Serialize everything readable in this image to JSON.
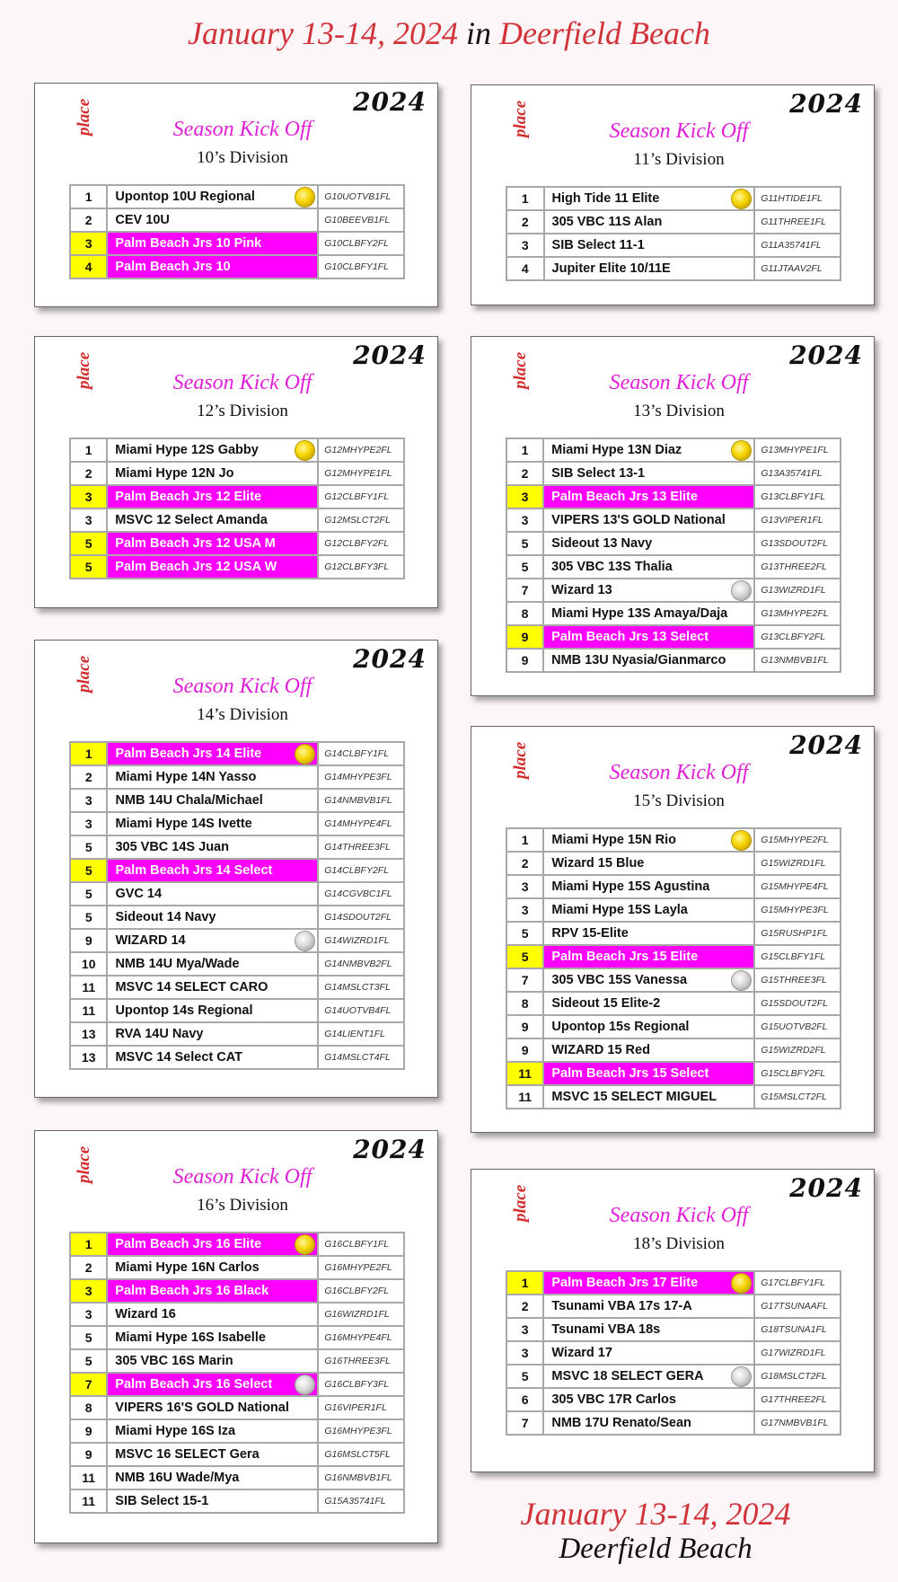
{
  "header": {
    "date": "January 13-14, 2024",
    "connector": "in",
    "location": "Deerfield Beach"
  },
  "footer": {
    "date": "January 13-14, 2024",
    "location": "Deerfield Beach"
  },
  "colors": {
    "highlight_place": "#ffff00",
    "highlight_team": "#ff00ff",
    "event_title": "#e01fd6",
    "heading_red": "#d0343a"
  },
  "cards": [
    {
      "year": "2024",
      "place_label": "place",
      "event": "Season Kick Off",
      "division": "10’s Division",
      "rows": [
        {
          "place": "1",
          "team": "Upontop 10U Regional",
          "code": "G10UOTVB1FL",
          "highlight": false,
          "medal": "gold"
        },
        {
          "place": "2",
          "team": "CEV 10U",
          "code": "G10BEEVB1FL",
          "highlight": false,
          "medal": ""
        },
        {
          "place": "3",
          "team": "Palm Beach Jrs 10 Pink",
          "code": "G10CLBFY2FL",
          "highlight": true,
          "medal": ""
        },
        {
          "place": "4",
          "team": "Palm Beach Jrs 10",
          "code": "G10CLBFY1FL",
          "highlight": true,
          "medal": ""
        }
      ]
    },
    {
      "year": "2024",
      "place_label": "place",
      "event": "Season Kick Off",
      "division": "11’s Division",
      "rows": [
        {
          "place": "1",
          "team": "High Tide 11 Elite",
          "code": "G11HTIDE1FL",
          "highlight": false,
          "medal": "gold"
        },
        {
          "place": "2",
          "team": "305 VBC 11S Alan",
          "code": "G11THREE1FL",
          "highlight": false,
          "medal": ""
        },
        {
          "place": "3",
          "team": "SIB Select 11-1",
          "code": "G11A35741FL",
          "highlight": false,
          "medal": ""
        },
        {
          "place": "4",
          "team": "Jupiter Elite 10/11E",
          "code": "G11JTAAV2FL",
          "highlight": false,
          "medal": ""
        }
      ]
    },
    {
      "year": "2024",
      "place_label": "place",
      "event": "Season Kick Off",
      "division": "12’s Division",
      "rows": [
        {
          "place": "1",
          "team": "Miami Hype 12S Gabby",
          "code": "G12MHYPE2FL",
          "highlight": false,
          "medal": "gold"
        },
        {
          "place": "2",
          "team": "Miami Hype 12N Jo",
          "code": "G12MHYPE1FL",
          "highlight": false,
          "medal": ""
        },
        {
          "place": "3",
          "team": "Palm Beach Jrs 12 Elite",
          "code": "G12CLBFY1FL",
          "highlight": true,
          "medal": ""
        },
        {
          "place": "3",
          "team": "MSVC 12 Select Amanda",
          "code": "G12MSLCT2FL",
          "highlight": false,
          "medal": ""
        },
        {
          "place": "5",
          "team": "Palm Beach Jrs 12 USA M",
          "code": "G12CLBFY2FL",
          "highlight": true,
          "medal": ""
        },
        {
          "place": "5",
          "team": "Palm Beach Jrs 12 USA W",
          "code": "G12CLBFY3FL",
          "highlight": true,
          "medal": ""
        }
      ]
    },
    {
      "year": "2024",
      "place_label": "place",
      "event": "Season Kick Off",
      "division": "13’s Division",
      "rows": [
        {
          "place": "1",
          "team": "Miami Hype 13N Diaz",
          "code": "G13MHYPE1FL",
          "highlight": false,
          "medal": "gold"
        },
        {
          "place": "2",
          "team": "SIB Select 13-1",
          "code": "G13A35741FL",
          "highlight": false,
          "medal": ""
        },
        {
          "place": "3",
          "team": "Palm Beach Jrs 13 Elite",
          "code": "G13CLBFY1FL",
          "highlight": true,
          "medal": ""
        },
        {
          "place": "3",
          "team": "VIPERS 13'S GOLD National",
          "code": "G13VIPER1FL",
          "highlight": false,
          "medal": ""
        },
        {
          "place": "5",
          "team": "Sideout 13 Navy",
          "code": "G13SDOUT2FL",
          "highlight": false,
          "medal": ""
        },
        {
          "place": "5",
          "team": "305 VBC 13S Thalia",
          "code": "G13THREE2FL",
          "highlight": false,
          "medal": ""
        },
        {
          "place": "7",
          "team": "Wizard 13",
          "code": "G13WIZRD1FL",
          "highlight": false,
          "medal": "silver"
        },
        {
          "place": "8",
          "team": "Miami Hype 13S Amaya/Daja",
          "code": "G13MHYPE2FL",
          "highlight": false,
          "medal": ""
        },
        {
          "place": "9",
          "team": "Palm Beach Jrs 13 Select",
          "code": "G13CLBFY2FL",
          "highlight": true,
          "medal": ""
        },
        {
          "place": "9",
          "team": "NMB 13U Nyasia/Gianmarco",
          "code": "G13NMBVB1FL",
          "highlight": false,
          "medal": ""
        }
      ]
    },
    {
      "year": "2024",
      "place_label": "place",
      "event": "Season Kick Off",
      "division": "14’s Division",
      "rows": [
        {
          "place": "1",
          "team": "Palm Beach Jrs 14 Elite",
          "code": "G14CLBFY1FL",
          "highlight": true,
          "medal": "gold"
        },
        {
          "place": "2",
          "team": "Miami Hype 14N Yasso",
          "code": "G14MHYPE3FL",
          "highlight": false,
          "medal": ""
        },
        {
          "place": "3",
          "team": "NMB 14U Chala/Michael",
          "code": "G14NMBVB1FL",
          "highlight": false,
          "medal": ""
        },
        {
          "place": "3",
          "team": "Miami Hype 14S Ivette",
          "code": "G14MHYPE4FL",
          "highlight": false,
          "medal": ""
        },
        {
          "place": "5",
          "team": "305 VBC 14S Juan",
          "code": "G14THREE3FL",
          "highlight": false,
          "medal": ""
        },
        {
          "place": "5",
          "team": "Palm Beach Jrs 14 Select",
          "code": "G14CLBFY2FL",
          "highlight": true,
          "medal": ""
        },
        {
          "place": "5",
          "team": "GVC 14",
          "code": "G14CGVBC1FL",
          "highlight": false,
          "medal": ""
        },
        {
          "place": "5",
          "team": "Sideout 14 Navy",
          "code": "G14SDOUT2FL",
          "highlight": false,
          "medal": ""
        },
        {
          "place": "9",
          "team": "WIZARD 14",
          "code": "G14WIZRD1FL",
          "highlight": false,
          "medal": "silver"
        },
        {
          "place": "10",
          "team": "NMB 14U Mya/Wade",
          "code": "G14NMBVB2FL",
          "highlight": false,
          "medal": ""
        },
        {
          "place": "11",
          "team": "MSVC 14 SELECT CARO",
          "code": "G14MSLCT3FL",
          "highlight": false,
          "medal": ""
        },
        {
          "place": "11",
          "team": "Upontop 14s Regional",
          "code": "G14UOTVB4FL",
          "highlight": false,
          "medal": ""
        },
        {
          "place": "13",
          "team": "RVA 14U Navy",
          "code": "G14LIENT1FL",
          "highlight": false,
          "medal": ""
        },
        {
          "place": "13",
          "team": "MSVC 14 Select CAT",
          "code": "G14MSLCT4FL",
          "highlight": false,
          "medal": ""
        }
      ]
    },
    {
      "year": "2024",
      "place_label": "place",
      "event": "Season Kick Off",
      "division": "15’s Division",
      "rows": [
        {
          "place": "1",
          "team": "Miami Hype 15N Rio",
          "code": "G15MHYPE2FL",
          "highlight": false,
          "medal": "gold"
        },
        {
          "place": "2",
          "team": "Wizard 15 Blue",
          "code": "G15WIZRD1FL",
          "highlight": false,
          "medal": ""
        },
        {
          "place": "3",
          "team": "Miami Hype 15S Agustina",
          "code": "G15MHYPE4FL",
          "highlight": false,
          "medal": ""
        },
        {
          "place": "3",
          "team": "Miami Hype 15S Layla",
          "code": "G15MHYPE3FL",
          "highlight": false,
          "medal": ""
        },
        {
          "place": "5",
          "team": "RPV 15-Elite",
          "code": "G15RUSHP1FL",
          "highlight": false,
          "medal": ""
        },
        {
          "place": "5",
          "team": "Palm Beach Jrs 15 Elite",
          "code": "G15CLBFY1FL",
          "highlight": true,
          "medal": ""
        },
        {
          "place": "7",
          "team": "305 VBC 15S Vanessa",
          "code": "G15THREE3FL",
          "highlight": false,
          "medal": "silver"
        },
        {
          "place": "8",
          "team": "Sideout 15 Elite-2",
          "code": "G15SDOUT2FL",
          "highlight": false,
          "medal": ""
        },
        {
          "place": "9",
          "team": "Upontop 15s Regional",
          "code": "G15UOTVB2FL",
          "highlight": false,
          "medal": ""
        },
        {
          "place": "9",
          "team": "WIZARD 15 Red",
          "code": "G15WIZRD2FL",
          "highlight": false,
          "medal": ""
        },
        {
          "place": "11",
          "team": "Palm Beach Jrs 15 Select",
          "code": "G15CLBFY2FL",
          "highlight": true,
          "medal": ""
        },
        {
          "place": "11",
          "team": "MSVC 15 SELECT MIGUEL",
          "code": "G15MSLCT2FL",
          "highlight": false,
          "medal": ""
        }
      ]
    },
    {
      "year": "2024",
      "place_label": "place",
      "event": "Season Kick Off",
      "division": "16’s Division",
      "rows": [
        {
          "place": "1",
          "team": "Palm Beach Jrs 16 Elite",
          "code": "G16CLBFY1FL",
          "highlight": true,
          "medal": "gold"
        },
        {
          "place": "2",
          "team": "Miami Hype 16N Carlos",
          "code": "G16MHYPE2FL",
          "highlight": false,
          "medal": ""
        },
        {
          "place": "3",
          "team": "Palm Beach Jrs 16 Black",
          "code": "G16CLBFY2FL",
          "highlight": true,
          "medal": ""
        },
        {
          "place": "3",
          "team": "Wizard 16",
          "code": "G16WIZRD1FL",
          "highlight": false,
          "medal": ""
        },
        {
          "place": "5",
          "team": "Miami Hype 16S Isabelle",
          "code": "G16MHYPE4FL",
          "highlight": false,
          "medal": ""
        },
        {
          "place": "5",
          "team": "305 VBC 16S Marin",
          "code": "G16THREE3FL",
          "highlight": false,
          "medal": ""
        },
        {
          "place": "7",
          "team": "Palm Beach Jrs 16 Select",
          "code": "G16CLBFY3FL",
          "highlight": true,
          "medal": "silver"
        },
        {
          "place": "8",
          "team": "VIPERS 16'S GOLD National",
          "code": "G16VIPER1FL",
          "highlight": false,
          "medal": ""
        },
        {
          "place": "9",
          "team": "Miami Hype 16S Iza",
          "code": "G16MHYPE3FL",
          "highlight": false,
          "medal": ""
        },
        {
          "place": "9",
          "team": "MSVC 16 SELECT Gera",
          "code": "G16MSLCT5FL",
          "highlight": false,
          "medal": ""
        },
        {
          "place": "11",
          "team": "NMB 16U Wade/Mya",
          "code": "G16NMBVB1FL",
          "highlight": false,
          "medal": ""
        },
        {
          "place": "11",
          "team": "SIB Select 15-1",
          "code": "G15A35741FL",
          "highlight": false,
          "medal": ""
        }
      ]
    },
    {
      "year": "2024",
      "place_label": "place",
      "event": "Season Kick Off",
      "division": "18’s Division",
      "rows": [
        {
          "place": "1",
          "team": "Palm Beach Jrs 17 Elite",
          "code": "G17CLBFY1FL",
          "highlight": true,
          "medal": "gold"
        },
        {
          "place": "2",
          "team": "Tsunami VBA 17s 17-A",
          "code": "G17TSUNAAFL",
          "highlight": false,
          "medal": ""
        },
        {
          "place": "3",
          "team": "Tsunami VBA 18s",
          "code": "G18TSUNA1FL",
          "highlight": false,
          "medal": ""
        },
        {
          "place": "3",
          "team": "Wizard 17",
          "code": "G17WIZRD1FL",
          "highlight": false,
          "medal": ""
        },
        {
          "place": "5",
          "team": "MSVC 18 SELECT GERA",
          "code": "G18MSLCT2FL",
          "highlight": false,
          "medal": "silver"
        },
        {
          "place": "6",
          "team": "305 VBC 17R Carlos",
          "code": "G17THREE2FL",
          "highlight": false,
          "medal": ""
        },
        {
          "place": "7",
          "team": "NMB 17U Renato/Sean",
          "code": "G17NMBVB1FL",
          "highlight": false,
          "medal": ""
        }
      ]
    }
  ]
}
